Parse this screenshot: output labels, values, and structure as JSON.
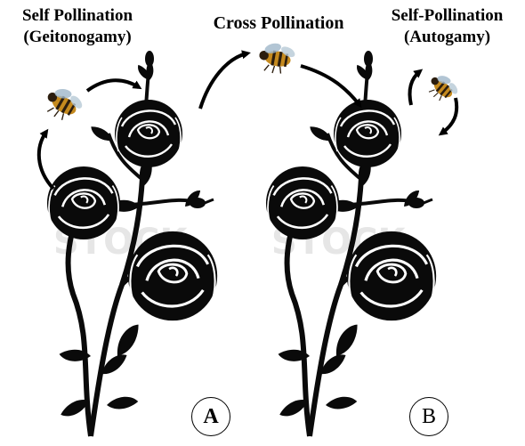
{
  "labels": {
    "self_pollination_line1": "Self Pollination",
    "self_pollination_line2": "(Geitonogamy)",
    "cross_pollination": "Cross Pollination",
    "autogamy_line1": "Self-Pollination",
    "autogamy_line2": "(Autogamy)"
  },
  "panels": [
    {
      "letter": "A"
    },
    {
      "letter": "B"
    }
  ],
  "colors": {
    "flower": "#0a0a0a",
    "arrow": "#000000",
    "bee_body": "#c58a1e",
    "bee_stripe": "#2b1d0e",
    "bee_wing": "#9fb6c9",
    "watermark": "#e6e6e6"
  },
  "icons": [
    "bee-icon",
    "curved-arrow-icon",
    "rose-flower-icon"
  ]
}
